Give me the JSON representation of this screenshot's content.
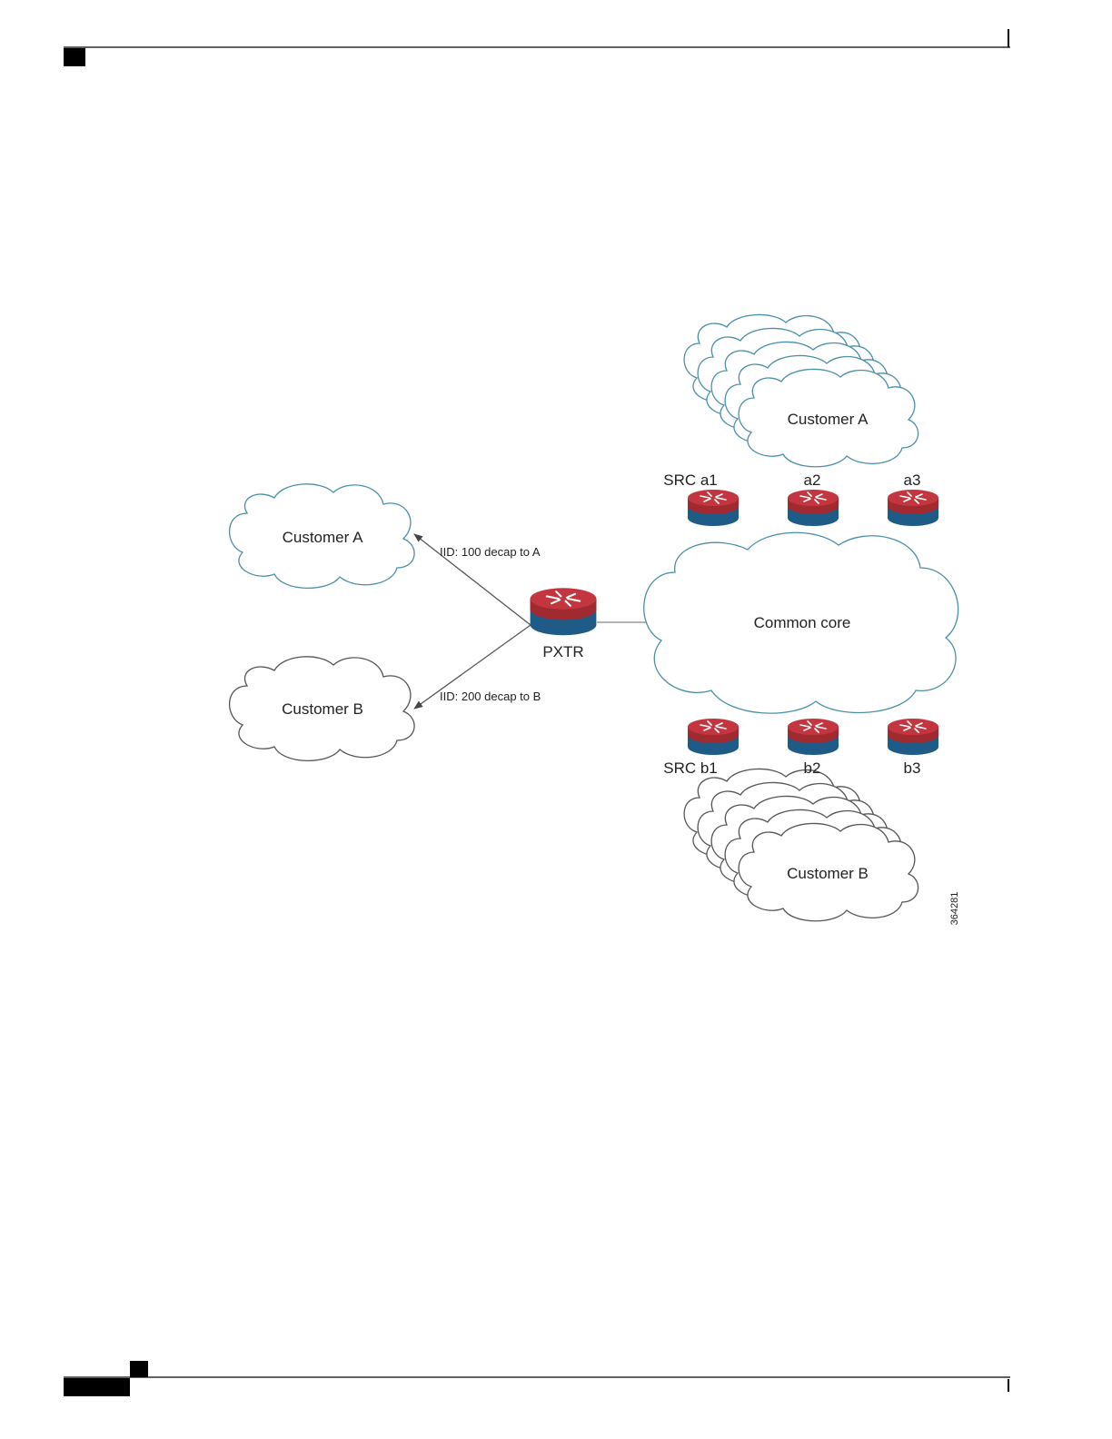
{
  "diagram": {
    "figure_number": "364281",
    "clouds": {
      "customer_a_left": "Customer A",
      "customer_b_left": "Customer B",
      "customer_a_top": "Customer A",
      "customer_b_bottom": "Customer B",
      "common_core": "Common core"
    },
    "routers": {
      "pxtr": "PXTR",
      "a1": "SRC a1",
      "a2": "a2",
      "a3": "a3",
      "b1": "SRC b1",
      "b2": "b2",
      "b3": "b3"
    },
    "links": {
      "to_a": "IID: 100 decap to A",
      "to_b": "IID: 200 decap to B"
    },
    "colors": {
      "router_top": "#a12a30",
      "router_body": "#1f5b87",
      "link": "#555555",
      "cloud_blue": "#4a8fa8",
      "cloud_gray": "#555555"
    }
  }
}
